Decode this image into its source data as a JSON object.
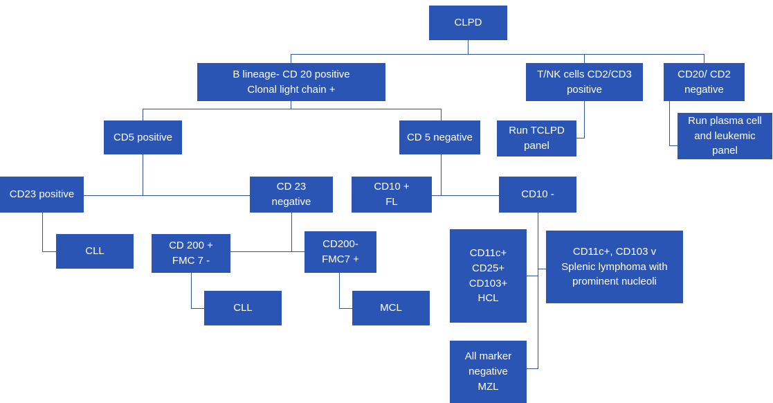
{
  "diagram": {
    "title": "CLPD immunophenotyping diagnostic flowchart",
    "colors": {
      "node_fill": "#2B55B4",
      "node_text": "#FFFFFF",
      "connector": "#2F5496",
      "background": "#FFFFFF"
    },
    "nodes": [
      {
        "id": "clpd",
        "lines": [
          "CLPD"
        ]
      },
      {
        "id": "b-lineage",
        "lines": [
          "B lineage- CD 20 positive",
          "Clonal light chain +"
        ]
      },
      {
        "id": "tnk",
        "lines": [
          "T/NK cells CD2/CD3",
          "positive"
        ]
      },
      {
        "id": "cd20-cd2-neg",
        "lines": [
          "CD20/ CD2",
          "negative"
        ]
      },
      {
        "id": "run-tclpd",
        "lines": [
          "Run TCLPD",
          "panel"
        ]
      },
      {
        "id": "run-plasma",
        "lines": [
          "Run plasma cell",
          "and leukemic",
          "panel"
        ]
      },
      {
        "id": "cd5-pos",
        "lines": [
          "CD5  positive"
        ]
      },
      {
        "id": "cd5-neg",
        "lines": [
          "CD 5 negative"
        ]
      },
      {
        "id": "cd23-pos",
        "lines": [
          "CD23 positive"
        ]
      },
      {
        "id": "cd23-neg",
        "lines": [
          "CD 23",
          "negative"
        ]
      },
      {
        "id": "cd10-pos",
        "lines": [
          "CD10 +",
          "FL"
        ]
      },
      {
        "id": "cd10-neg",
        "lines": [
          "CD10 -"
        ]
      },
      {
        "id": "cll-1",
        "lines": [
          "CLL"
        ]
      },
      {
        "id": "cd200-pos",
        "lines": [
          "CD 200 +",
          "FMC 7 -"
        ]
      },
      {
        "id": "cd200-neg",
        "lines": [
          "CD200-",
          "FMC7 +"
        ]
      },
      {
        "id": "cll-2",
        "lines": [
          "CLL"
        ]
      },
      {
        "id": "mcl",
        "lines": [
          "MCL"
        ]
      },
      {
        "id": "hcl",
        "lines": [
          "CD11c+",
          "CD25+",
          "CD103+",
          "HCL"
        ]
      },
      {
        "id": "splenic",
        "lines": [
          "CD11c+, CD103 v",
          "Splenic lymphoma with",
          "prominent nucleoli"
        ]
      },
      {
        "id": "mzl",
        "lines": [
          "All marker",
          "negative",
          "MZL"
        ]
      }
    ]
  }
}
